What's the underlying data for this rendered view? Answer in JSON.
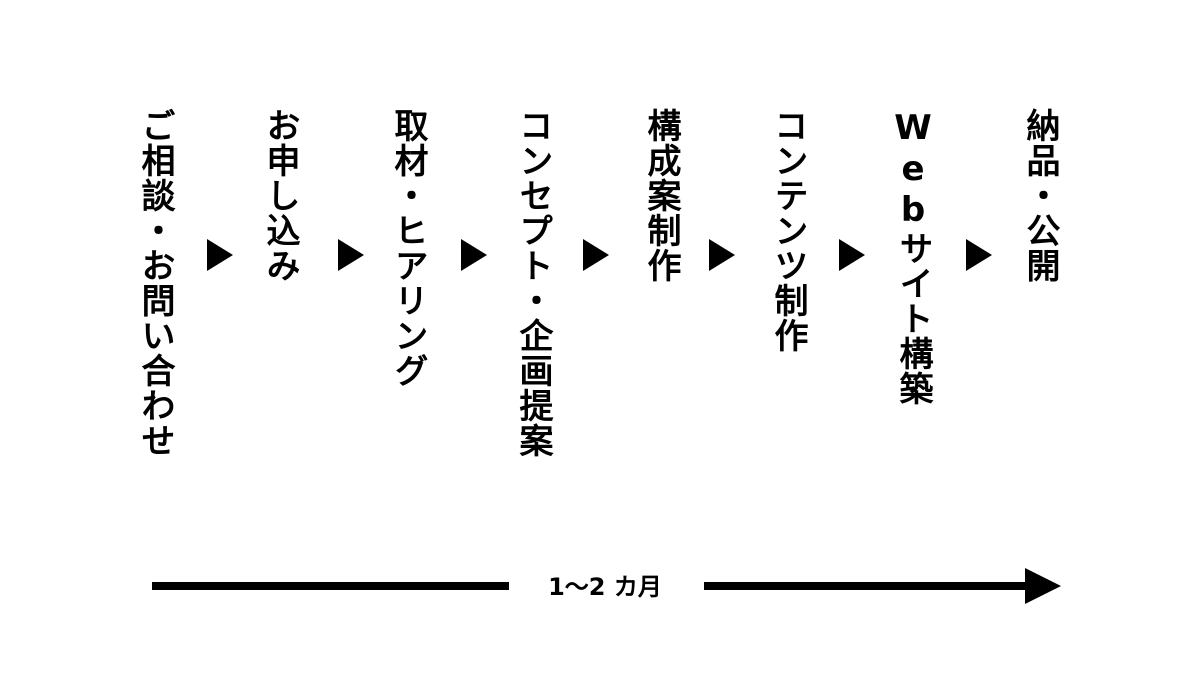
{
  "steps": [
    "ご相談・お問い合わせ",
    "お申し込み",
    "取材・ヒアリング",
    "コンセプト・企画提案",
    "構成案制作",
    "コンテンツ制作",
    "Webサイト構築",
    "納品・公開"
  ],
  "arrow_symbol": "▶",
  "timeline": {
    "label": "1〜2 カ月"
  },
  "colors": {
    "ink": "#000000",
    "background": "#ffffff"
  }
}
